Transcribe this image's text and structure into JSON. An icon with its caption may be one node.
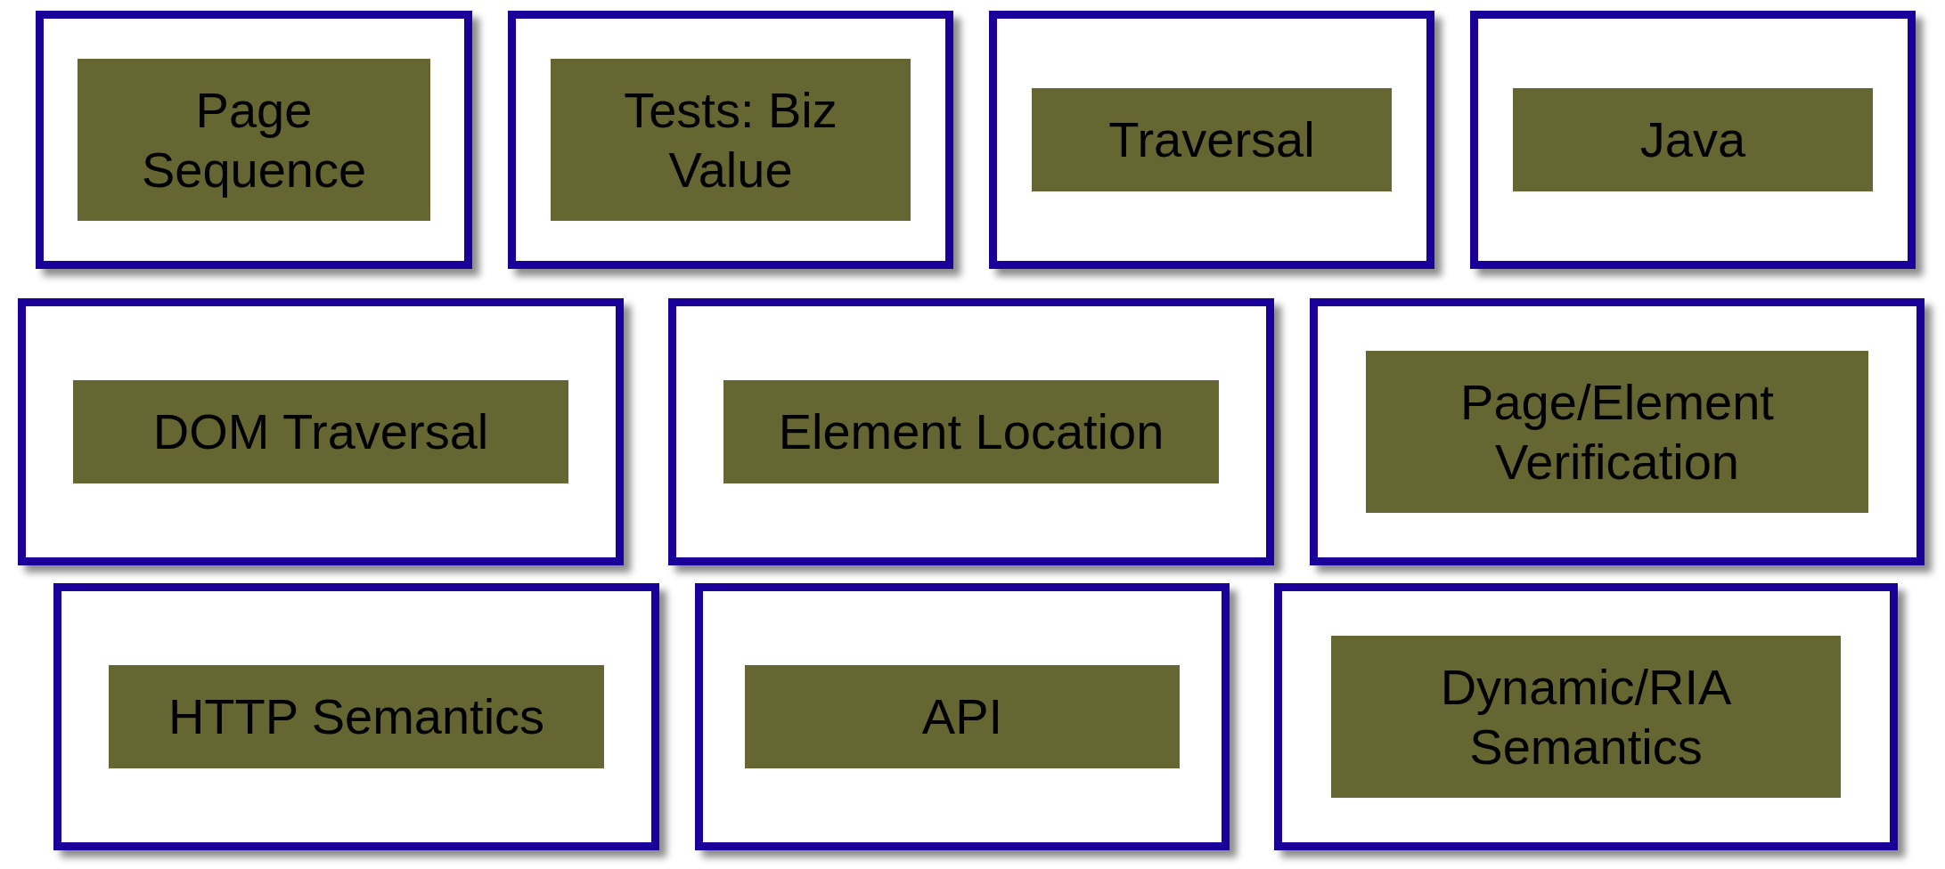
{
  "diagram": {
    "nodes": [
      {
        "text": [
          "Page Sequence"
        ]
      },
      {
        "text": [
          "Tests: Biz Value"
        ]
      },
      {
        "text": [
          "Traversal"
        ]
      },
      {
        "text": [
          "Java"
        ]
      },
      {
        "text": [
          "DOM Traversal"
        ]
      },
      {
        "text": [
          "Element Location"
        ]
      },
      {
        "text": [
          "Page/Element Verification"
        ]
      },
      {
        "text": [
          "HTTP Semantics"
        ]
      },
      {
        "text": [
          "API"
        ]
      },
      {
        "text": [
          "Dynamic/RIA Semantics"
        ]
      }
    ]
  }
}
